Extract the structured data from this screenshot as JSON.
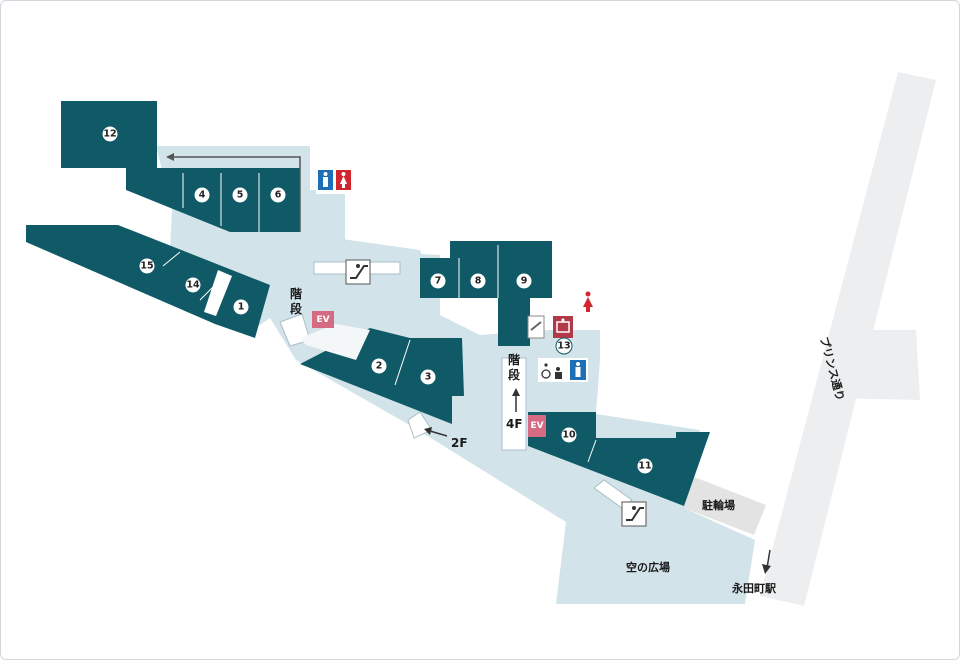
{
  "map": {
    "shops": [
      {
        "id": "shop-1",
        "label": "1"
      },
      {
        "id": "shop-2",
        "label": "2"
      },
      {
        "id": "shop-3",
        "label": "3"
      },
      {
        "id": "shop-4",
        "label": "4"
      },
      {
        "id": "shop-5",
        "label": "5"
      },
      {
        "id": "shop-6",
        "label": "6"
      },
      {
        "id": "shop-7",
        "label": "7"
      },
      {
        "id": "shop-8",
        "label": "8"
      },
      {
        "id": "shop-9",
        "label": "9"
      },
      {
        "id": "shop-10",
        "label": "10"
      },
      {
        "id": "shop-11",
        "label": "11"
      },
      {
        "id": "shop-12",
        "label": "12"
      },
      {
        "id": "shop-13",
        "label": "13"
      },
      {
        "id": "shop-14",
        "label": "14"
      },
      {
        "id": "shop-15",
        "label": "15"
      }
    ],
    "labels": {
      "stairs_left_1": "階",
      "stairs_left_2": "段",
      "stairs_center_1": "階",
      "stairs_center_2": "段",
      "ev_left": "EV",
      "ev_center": "EV",
      "floor_4f": "4F",
      "floor_2f": "2F",
      "bicycle_parking": "駐輪場",
      "sky_plaza": "空の広場",
      "street": "プリンス通り",
      "station": "永田町駅"
    },
    "colors": {
      "shop": "#0f5a66",
      "floor": "#d3e3ea",
      "male": "#1d6fb8",
      "female": "#d2262e",
      "ev": "#d46b82",
      "nursery": "#b23a48"
    },
    "icons": [
      "escalator-icon",
      "male-restroom-icon",
      "female-restroom-icon",
      "wheelchair-icon",
      "baby-care-icon",
      "nursing-room-icon",
      "smoking-area-icon"
    ]
  }
}
